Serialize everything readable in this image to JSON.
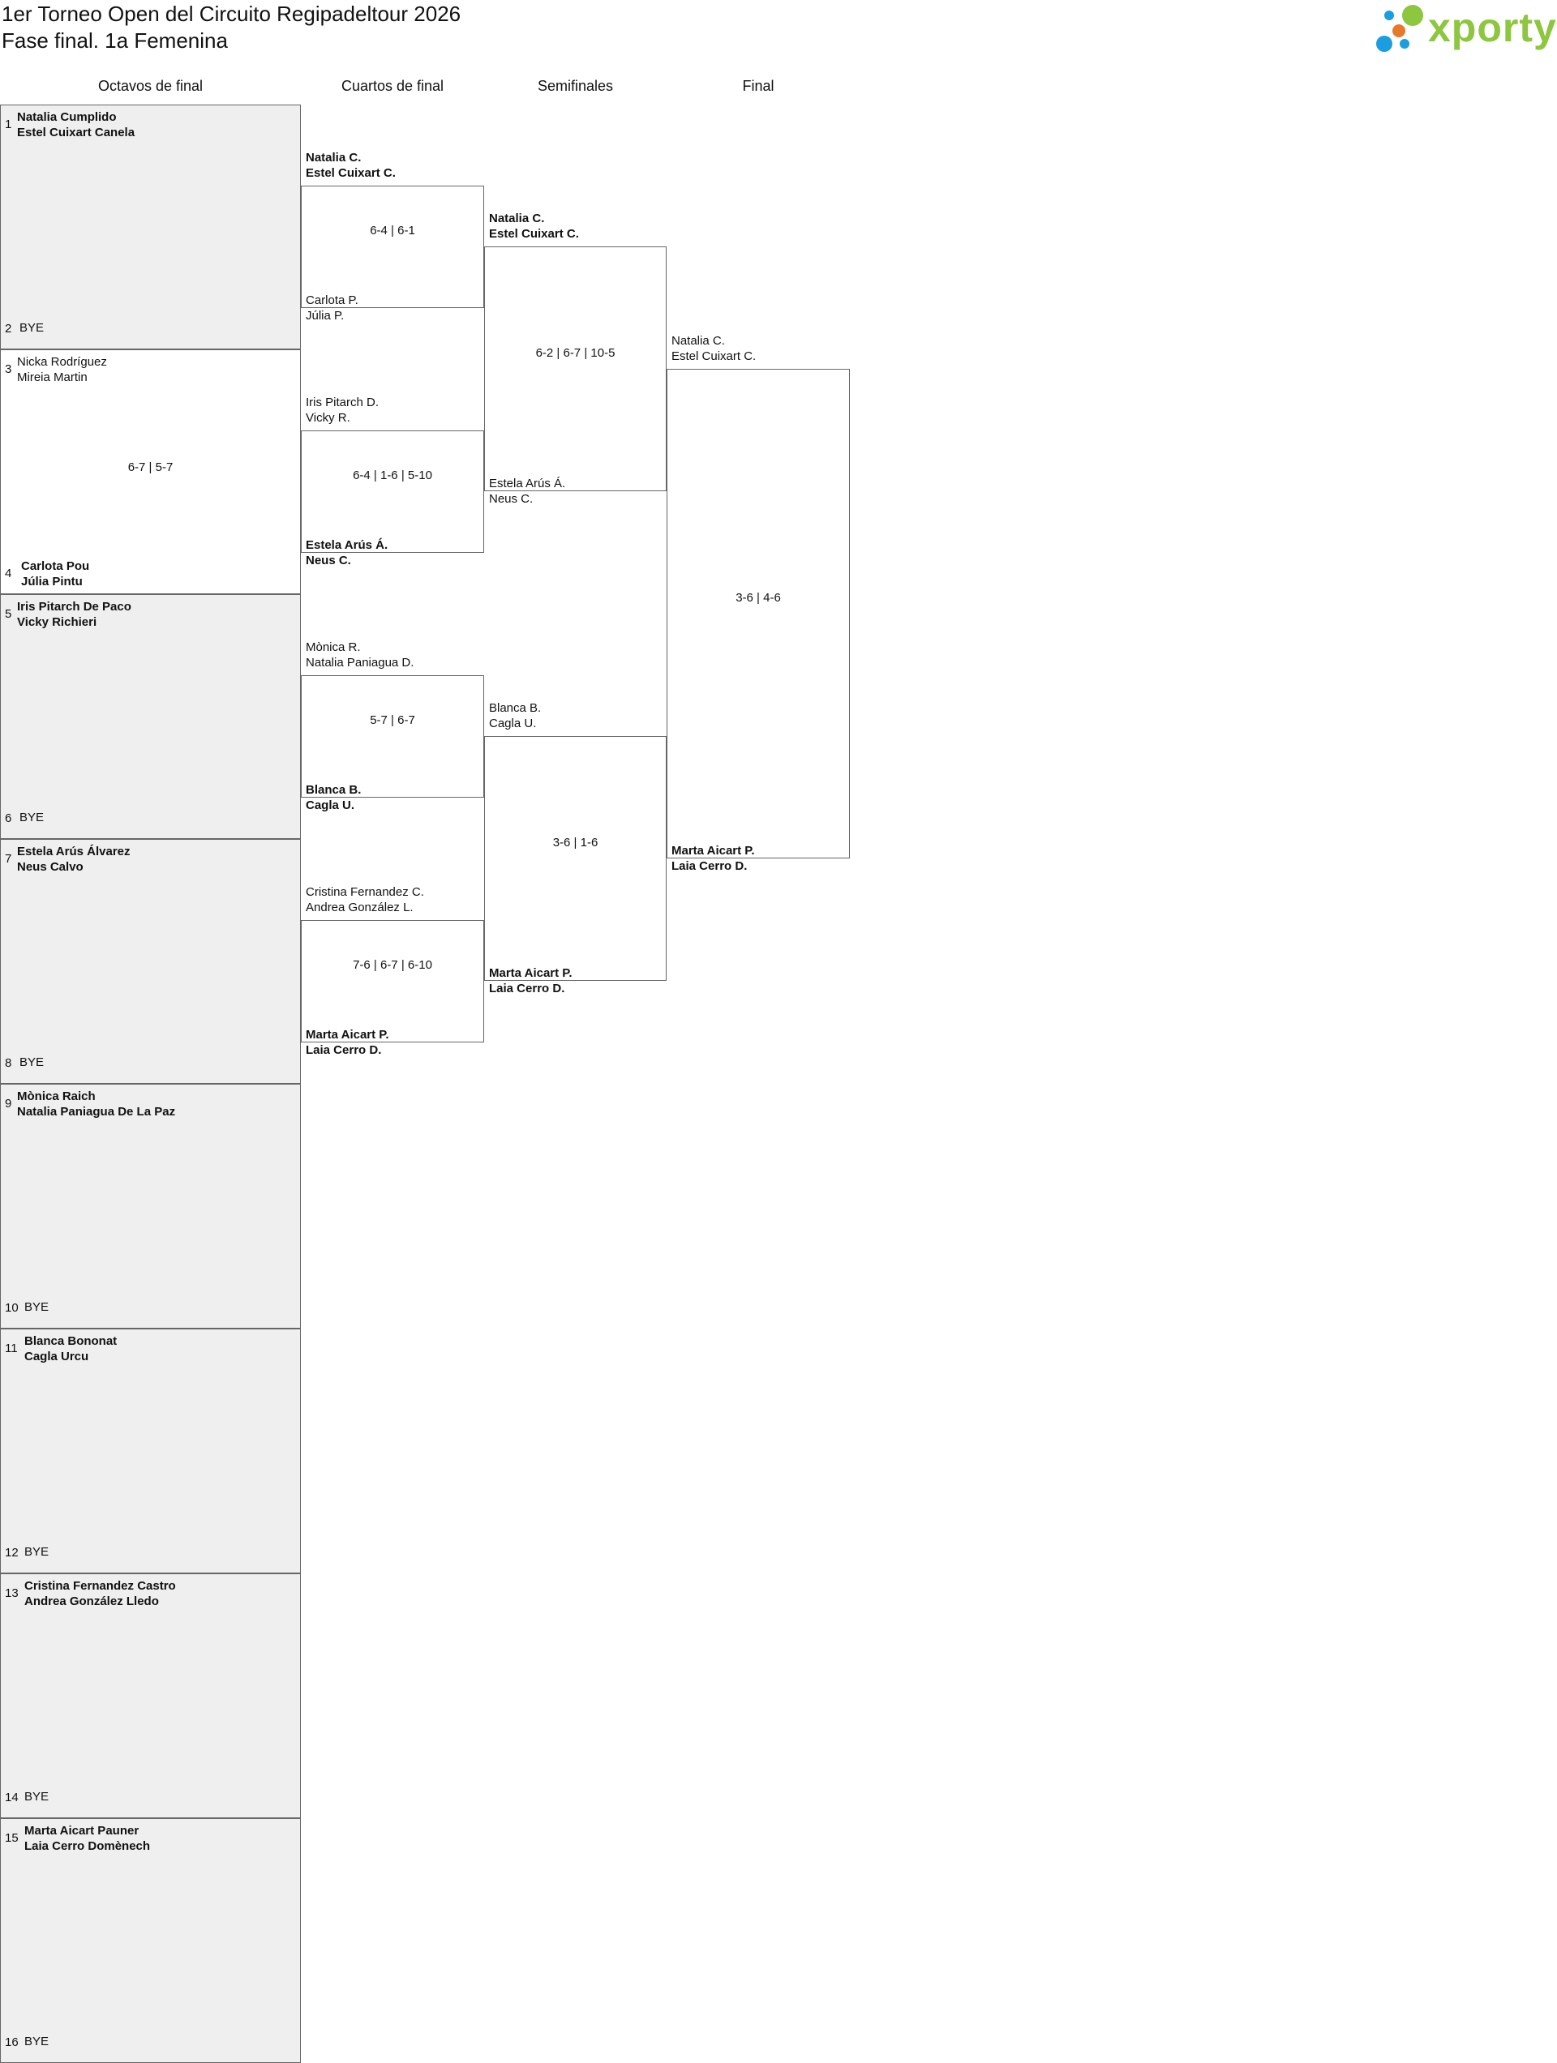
{
  "header": {
    "title": "1er Torneo Open del Circuito Regipadeltour 2026",
    "subtitle": "Fase final. 1a Femenina",
    "logo_text": "xporty"
  },
  "colors": {
    "logo_green": "#8dc63f",
    "logo_orange": "#e8792b",
    "logo_blue": "#1a9ee0",
    "bye_row_bg": "#efefef",
    "border": "#666666"
  },
  "rounds": [
    "Octavos de final",
    "Cuartos de final",
    "Semifinales",
    "Final"
  ],
  "r16": [
    {
      "seed_a": "1",
      "team_a": [
        "Natalia Cumplido",
        "Estel Cuixart Canela"
      ],
      "winner_a": true,
      "seed_b": "2",
      "team_b": "BYE",
      "score": ""
    },
    {
      "seed_a": "3",
      "team_a": [
        "Nicka Rodríguez",
        "Mireia Martin"
      ],
      "winner_a": false,
      "seed_b": "4",
      "team_b": [
        "Carlota Pou",
        "Júlia Pintu"
      ],
      "winner_b": true,
      "score": "6-7 | 5-7"
    },
    {
      "seed_a": "5",
      "team_a": [
        "Iris Pitarch De Paco",
        "Vicky Richieri"
      ],
      "winner_a": true,
      "seed_b": "6",
      "team_b": "BYE",
      "score": ""
    },
    {
      "seed_a": "7",
      "team_a": [
        "Estela Arús Álvarez",
        "Neus Calvo"
      ],
      "winner_a": true,
      "seed_b": "8",
      "team_b": "BYE",
      "score": ""
    },
    {
      "seed_a": "9",
      "team_a": [
        "Mònica Raich",
        "Natalia Paniagua De La Paz"
      ],
      "winner_a": true,
      "seed_b": "10",
      "team_b": "BYE",
      "score": ""
    },
    {
      "seed_a": "11",
      "team_a": [
        "Blanca Bononat",
        "Cagla Urcu"
      ],
      "winner_a": true,
      "seed_b": "12",
      "team_b": "BYE",
      "score": ""
    },
    {
      "seed_a": "13",
      "team_a": [
        "Cristina Fernandez Castro",
        "Andrea González Lledo"
      ],
      "winner_a": true,
      "seed_b": "14",
      "team_b": "BYE",
      "score": ""
    },
    {
      "seed_a": "15",
      "team_a": [
        "Marta Aicart Pauner",
        "Laia Cerro Domènech"
      ],
      "winner_a": true,
      "seed_b": "16",
      "team_b": "BYE",
      "score": ""
    }
  ],
  "qf": [
    {
      "team_a": [
        "Natalia C.",
        "Estel Cuixart C."
      ],
      "winner_a": true,
      "team_b": [
        "Carlota P.",
        "Júlia P."
      ],
      "winner_b": false,
      "score": "6-4 | 6-1"
    },
    {
      "team_a": [
        "Iris Pitarch D.",
        "Vicky R."
      ],
      "winner_a": false,
      "team_b": [
        "Estela Arús Á.",
        "Neus C."
      ],
      "winner_b": true,
      "score": "6-4 | 1-6 | 5-10"
    },
    {
      "team_a": [
        "Mònica R.",
        "Natalia Paniagua D."
      ],
      "winner_a": false,
      "team_b": [
        "Blanca B.",
        "Cagla U."
      ],
      "winner_b": true,
      "score": "5-7 | 6-7"
    },
    {
      "team_a": [
        "Cristina Fernandez C.",
        "Andrea González L."
      ],
      "winner_a": false,
      "team_b": [
        "Marta Aicart P.",
        "Laia Cerro D."
      ],
      "winner_b": true,
      "score": "7-6 | 6-7 | 6-10"
    }
  ],
  "sf": [
    {
      "team_a": [
        "Natalia C.",
        "Estel Cuixart C."
      ],
      "winner_a": true,
      "team_b": [
        "Estela Arús Á.",
        "Neus C."
      ],
      "winner_b": false,
      "score": "6-2 | 6-7 | 10-5"
    },
    {
      "team_a": [
        "Blanca B.",
        "Cagla U."
      ],
      "winner_a": false,
      "team_b": [
        "Marta Aicart P.",
        "Laia Cerro D."
      ],
      "winner_b": true,
      "score": "3-6 | 1-6"
    }
  ],
  "final": [
    {
      "team_a": [
        "Natalia C.",
        "Estel Cuixart C."
      ],
      "winner_a": false,
      "team_b": [
        "Marta Aicart P.",
        "Laia Cerro D."
      ],
      "winner_b": true,
      "score": "3-6 | 4-6"
    }
  ]
}
